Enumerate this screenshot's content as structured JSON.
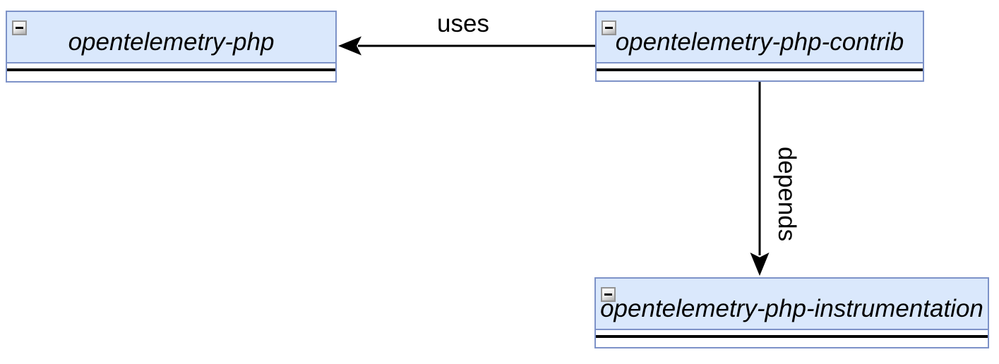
{
  "diagram": {
    "type": "dependency-graph",
    "background": "#ffffff",
    "colors": {
      "node_fill": "#dae8fc",
      "node_border": "#7d92c8",
      "edge": "#000000",
      "text": "#000000",
      "collapse_button_border": "#939393"
    },
    "nodes": [
      {
        "label": "opentelemetry-php",
        "collapse_icon": "minus"
      },
      {
        "label": "opentelemetry-php-contrib",
        "collapse_icon": "minus"
      },
      {
        "label": "opentelemetry-php-instrumentation",
        "collapse_icon": "minus"
      }
    ],
    "edges": [
      {
        "from": "opentelemetry-php-contrib",
        "to": "opentelemetry-php",
        "label": "uses",
        "direction": "left"
      },
      {
        "from": "opentelemetry-php-contrib",
        "to": "opentelemetry-php-instrumentation",
        "label": "depends",
        "direction": "down"
      }
    ]
  }
}
